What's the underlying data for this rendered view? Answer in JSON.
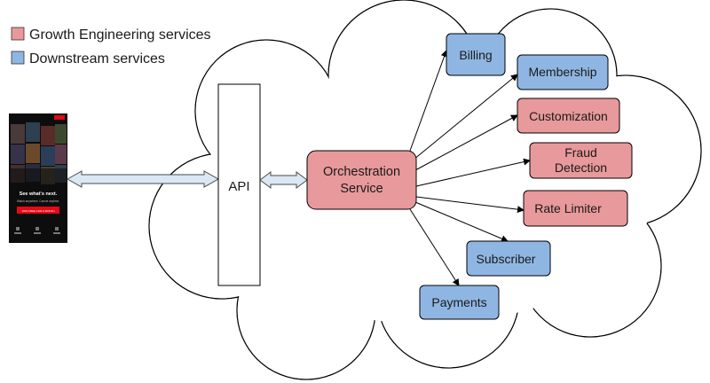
{
  "legend": {
    "items": [
      {
        "label": "Growth Engineering services",
        "color": "#e8999b"
      },
      {
        "label": "Downstream services",
        "color": "#8fb6e3"
      }
    ]
  },
  "phone": {
    "headline": "See what's next.",
    "subtext": "Watch anywhere. Cancel anytime.",
    "cta": "JOIN FREE FOR A MONTH",
    "brand_color": "#e50914"
  },
  "api": {
    "label": "API"
  },
  "orchestration": {
    "line1": "Orchestration",
    "line2": "Service"
  },
  "services": {
    "billing": "Billing",
    "membership": "Membership",
    "customization": "Customization",
    "fraud_line1": "Fraud",
    "fraud_line2": "Detection",
    "rate_limiter": "Rate Limiter",
    "subscriber": "Subscriber",
    "payments": "Payments"
  },
  "colors": {
    "growth_fill": "#e8999b",
    "downstream_fill": "#8fb6e3",
    "connector_fill": "#dae8f5"
  }
}
